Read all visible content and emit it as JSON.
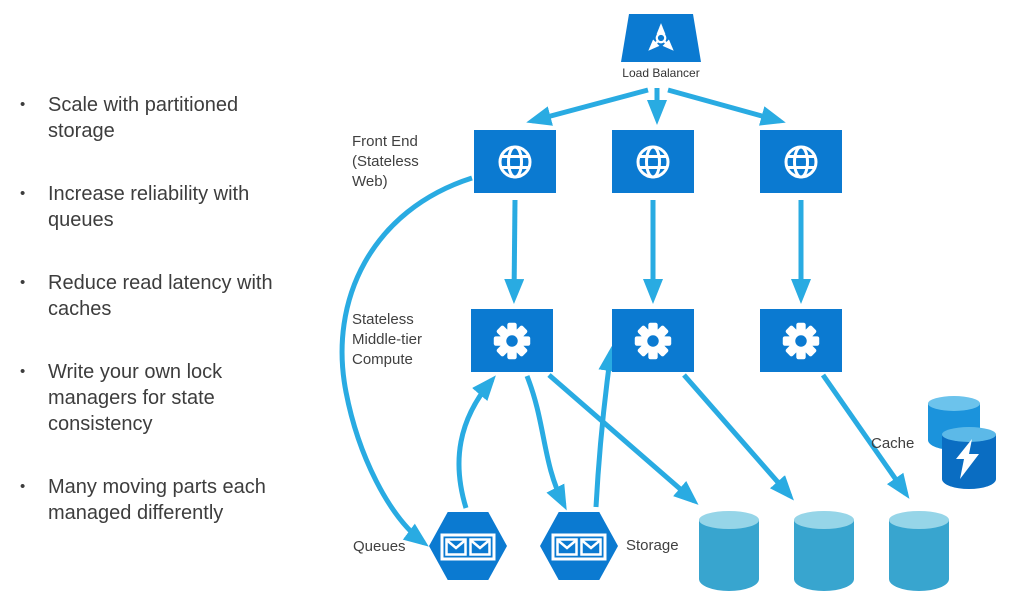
{
  "bullets": [
    "Scale with partitioned storage",
    "Increase reliability with queues",
    "Reduce read latency with caches",
    "Write your own lock managers for state consistency",
    "Many moving parts each managed differently"
  ],
  "diagram": {
    "labels": {
      "load_balancer": "Load Balancer",
      "front_end": "Front End (Stateless Web)",
      "middle_tier": "Stateless Middle-tier Compute",
      "queues": "Queues",
      "storage": "Storage",
      "cache": "Cache"
    },
    "icons": {
      "load_balancer": "load-balancer-split-arrows-icon",
      "front_end": "globe-icon",
      "middle_tier": "gear-icon",
      "queue": "queue-envelopes-icon",
      "storage": "storage-cylinder-icon",
      "cache": "cache-cylinders-lightning-icon"
    },
    "colors": {
      "node_blue": "#0b7ad1",
      "arrow_cyan": "#29abe2",
      "storage_teal": "#38a5cf",
      "storage_top": "#96d5e8",
      "cache_back_blue": "#1b93dc",
      "cache_front_blue": "#0a6dc2",
      "cache_top": "#6cc3ec",
      "text_dark": "#3d3d3d",
      "label_gray": "#404040"
    }
  }
}
